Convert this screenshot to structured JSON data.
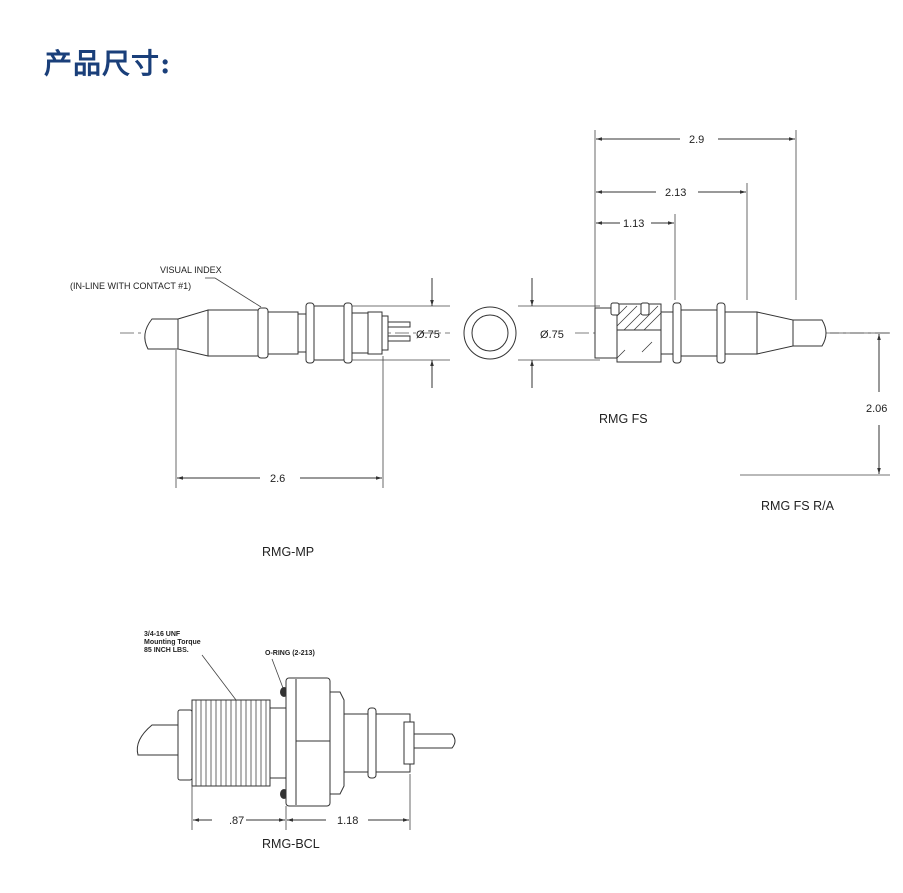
{
  "page": {
    "title": "产品尺寸:"
  },
  "rmg_mp": {
    "label": "RMG-MP",
    "callout_line1": "VISUAL  INDEX",
    "callout_line2": "(IN-LINE  WITH  CONTACT  #1)",
    "dim_diameter": "Ø.75",
    "dim_length": "2.6"
  },
  "rmg_fs": {
    "label": "RMG FS",
    "dim_diameter": "Ø.75",
    "dim_overall": "2.9",
    "dim_mid": "2.13",
    "dim_short": "1.13"
  },
  "rmg_fs_ra": {
    "label": "RMG FS R/A",
    "dim_height": "2.06"
  },
  "rmg_bcl": {
    "label": "RMG-BCL",
    "callout_line1": "3/4-16 UNF",
    "callout_line2": "Mounting Torque",
    "callout_line3": "85 INCH LBS.",
    "oring_label": "O-RING (2-213)",
    "dim_left": ".87",
    "dim_right": "1.18"
  }
}
